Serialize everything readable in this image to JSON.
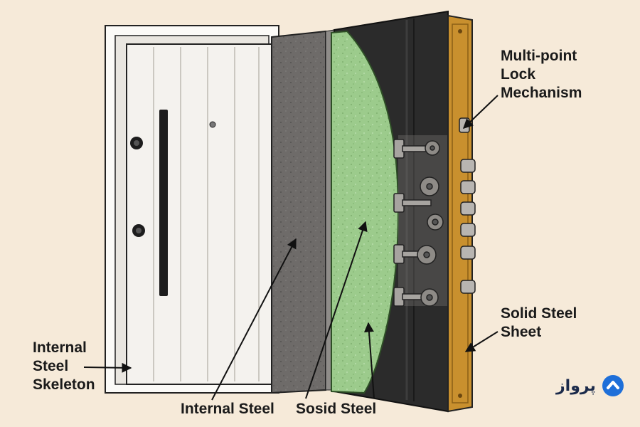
{
  "labels": {
    "internal_skeleton": [
      "Internal",
      "Steel",
      "Skeleton"
    ],
    "internal_steel": "Internal Steel",
    "sosid_steel": "Sosid Steel",
    "lock_mechanism": [
      "Multi-point",
      "Lock",
      "Mechanism"
    ],
    "solid_sheet": [
      "Solid Steel",
      "Sheet"
    ]
  },
  "logo": {
    "text": "پرواز",
    "icon": "chevron-up-circle-icon",
    "color": "#1e6fd9"
  },
  "colors": {
    "background": "#f6ead9",
    "door_face": "#f4f2ee",
    "internal_steel": "#6e6b69",
    "insulation_foam": "#9ccb8c",
    "steel_sheet": "#2b2b2b",
    "brass_strip": "#c9902e"
  }
}
